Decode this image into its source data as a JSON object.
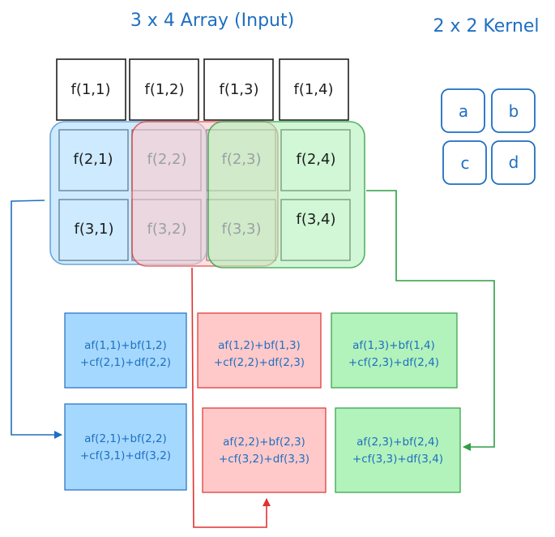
{
  "titles": {
    "input": "3 x 4 Array (Input)",
    "kernel": "2 x 2 Kernel"
  },
  "input": {
    "row1": [
      "f(1,1)",
      "f(1,2)",
      "f(1,3)",
      "f(1,4)"
    ],
    "row2": [
      "f(2,1)",
      "f(2,2)",
      "f(2,3)",
      "f(2,4)"
    ],
    "row3": [
      "f(3,1)",
      "f(3,2)",
      "f(3,3)",
      "f(3,4)"
    ]
  },
  "kernel": [
    "a",
    "b",
    "c",
    "d"
  ],
  "output": {
    "row1": [
      {
        "line1": "af(1,1)+bf(1,2)",
        "line2": "+cf(2,1)+df(2,2)"
      },
      {
        "line1": "af(1,2)+bf(1,3)",
        "line2": "+cf(2,2)+df(2,3)"
      },
      {
        "line1": "af(1,3)+bf(1,4)",
        "line2": "+cf(2,3)+df(2,4)"
      }
    ],
    "row2": [
      {
        "line1": "af(2,1)+bf(2,2)",
        "line2": "+cf(3,1)+df(3,2)"
      },
      {
        "line1": "af(2,2)+bf(2,3)",
        "line2": "+cf(3,2)+df(3,3)"
      },
      {
        "line1": "af(2,3)+bf(2,4)",
        "line2": "+cf(3,3)+df(3,4)"
      }
    ]
  },
  "colors": {
    "blue": "#1e6fc1",
    "blue_fill": "#a5d8ff",
    "red": "#e03131",
    "red_fill": "#ffc9c9",
    "green": "#2f9e44",
    "green_fill": "#b2f2bb",
    "ink": "#1e1e1e"
  }
}
